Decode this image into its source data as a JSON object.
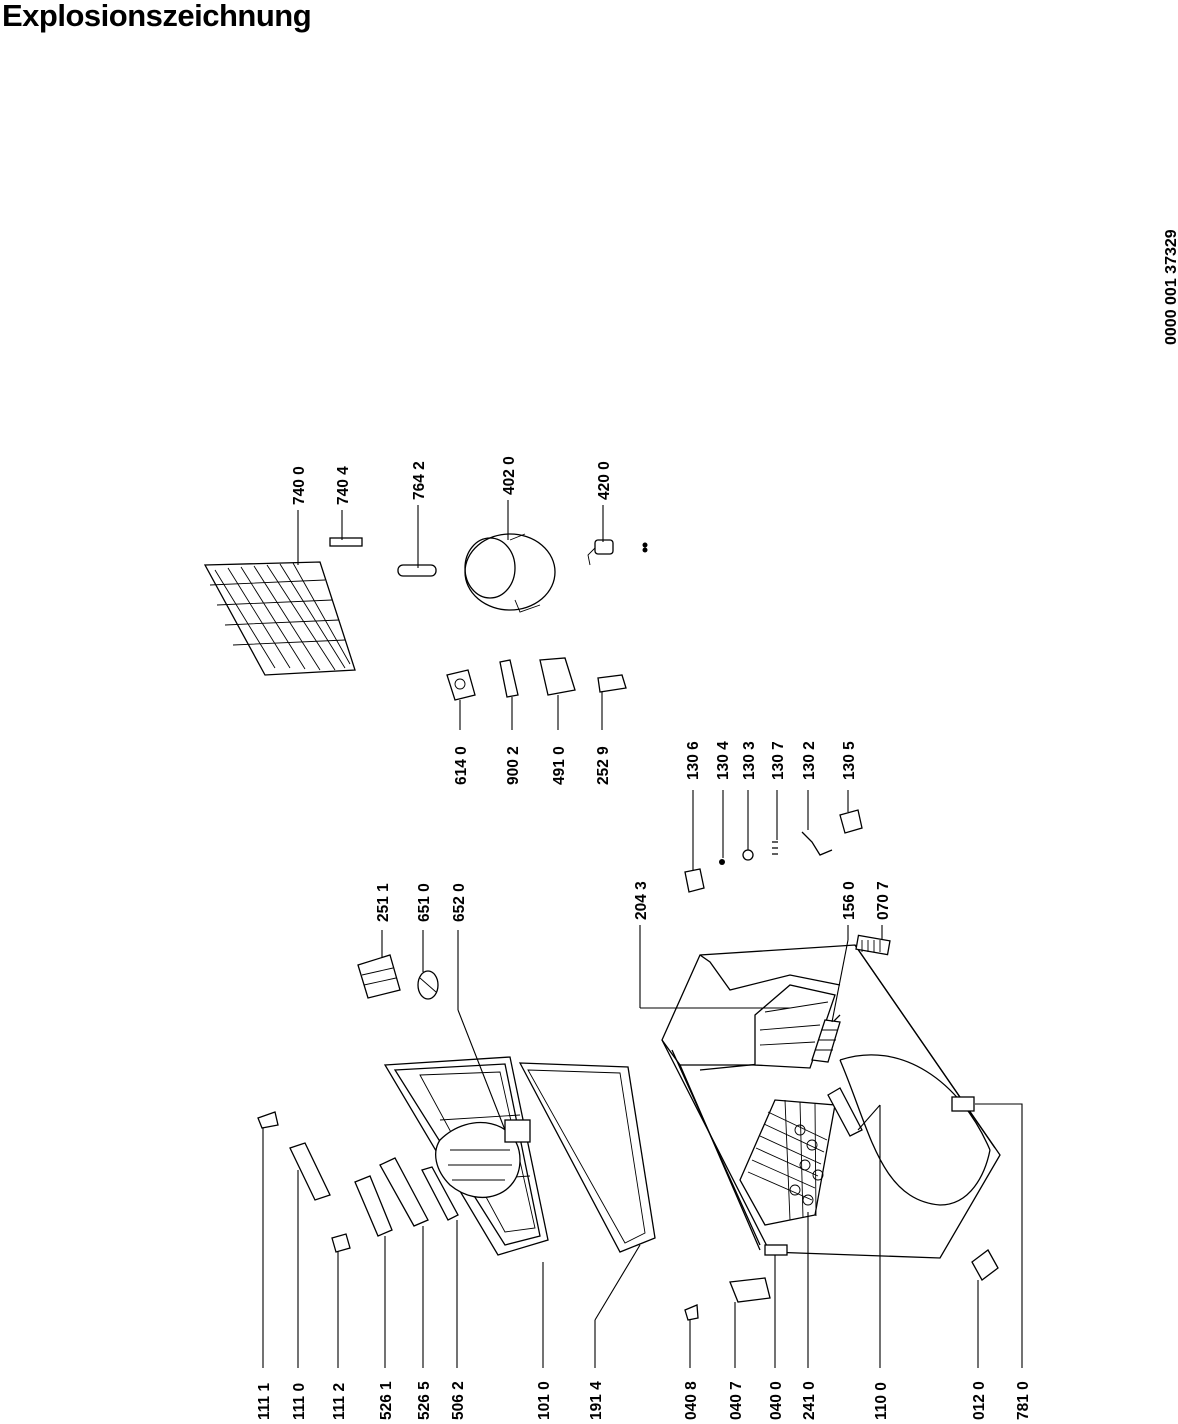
{
  "title": "Explosionszeichnung",
  "document_number": "0000 001 37329",
  "labels": {
    "p7400": "740 0",
    "p7404": "740 4",
    "p7642": "764 2",
    "p4020": "402 0",
    "p4200": "420 0",
    "p6140": "614 0",
    "p9002": "900 2",
    "p4910": "491 0",
    "p2529": "252 9",
    "p2511": "251 1",
    "p6510": "651 0",
    "p6520": "652 0",
    "p2043": "204 3",
    "p1306": "130 6",
    "p1304": "130 4",
    "p1303": "130 3",
    "p1307": "130 7",
    "p1302": "130 2",
    "p1305": "130 5",
    "p1560": "156 0",
    "p0707": "070 7",
    "p1111": "111 1",
    "p1110": "111 0",
    "p1112": "111 2",
    "p5261": "526 1",
    "p5265": "526 5",
    "p5062": "506 2",
    "p1010": "101 0",
    "p1914": "191 4",
    "p0408": "040 8",
    "p0407": "040 7",
    "p0400": "040 0",
    "p2410": "241 0",
    "p1100": "110 0",
    "p0120": "012 0",
    "p7810": "781 0"
  }
}
